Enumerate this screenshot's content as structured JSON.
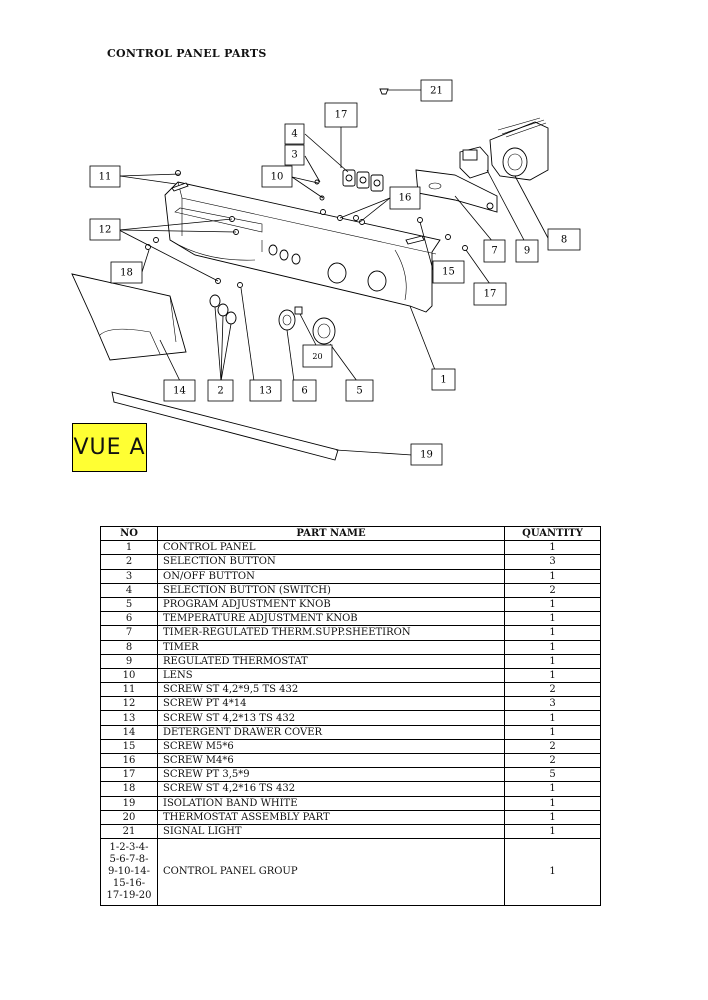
{
  "title": "CONTROL PANEL PARTS",
  "view_label": "VUE A",
  "callouts": {
    "c21": "21",
    "c17a": "17",
    "c4": "4",
    "c3": "3",
    "c11": "11",
    "c10": "10",
    "c16": "16",
    "c12": "12",
    "c18": "18",
    "c8": "8",
    "c7": "7",
    "c9": "9",
    "c15": "15",
    "c17b": "17",
    "c20": "20",
    "c1": "1",
    "c14": "14",
    "c2": "2",
    "c13": "13",
    "c6": "6",
    "c5": "5",
    "c19": "19"
  },
  "table": {
    "headers": [
      "NO",
      "PART NAME",
      "QUANTITY"
    ],
    "rows": [
      {
        "no": "1",
        "name": "CONTROL PANEL",
        "qty": "1"
      },
      {
        "no": "2",
        "name": "SELECTION BUTTON",
        "qty": "3"
      },
      {
        "no": "3",
        "name": "ON/OFF BUTTON",
        "qty": "1"
      },
      {
        "no": "4",
        "name": "SELECTION BUTTON (SWITCH)",
        "qty": "2"
      },
      {
        "no": "5",
        "name": "PROGRAM ADJUSTMENT KNOB",
        "qty": "1"
      },
      {
        "no": "6",
        "name": "TEMPERATURE ADJUSTMENT KNOB",
        "qty": "1"
      },
      {
        "no": "7",
        "name": "TIMER-REGULATED THERM.SUPP.SHEETIRON",
        "qty": "1"
      },
      {
        "no": "8",
        "name": "TIMER",
        "qty": "1"
      },
      {
        "no": "9",
        "name": "REGULATED THERMOSTAT",
        "qty": "1"
      },
      {
        "no": "10",
        "name": "LENS",
        "qty": "1"
      },
      {
        "no": "11",
        "name": "SCREW ST 4,2*9,5 TS 432",
        "qty": "2"
      },
      {
        "no": "12",
        "name": "SCREW PT 4*14",
        "qty": "3"
      },
      {
        "no": "13",
        "name": "SCREW ST 4,2*13 TS 432",
        "qty": "1"
      },
      {
        "no": "14",
        "name": "DETERGENT DRAWER COVER",
        "qty": "1"
      },
      {
        "no": "15",
        "name": "SCREW M5*6",
        "qty": "2"
      },
      {
        "no": "16",
        "name": "SCREW M4*6",
        "qty": "2"
      },
      {
        "no": "17",
        "name": "SCREW PT 3,5*9",
        "qty": "5"
      },
      {
        "no": "18",
        "name": "SCREW ST 4,2*16 TS 432",
        "qty": "1"
      },
      {
        "no": "19",
        "name": "ISOLATION BAND WHITE",
        "qty": "1"
      },
      {
        "no": "20",
        "name": "THERMOSTAT ASSEMBLY PART",
        "qty": "1"
      },
      {
        "no": "21",
        "name": "SIGNAL LIGHT",
        "qty": "1"
      }
    ],
    "group_row": {
      "no_lines": [
        "1-2-3-4-",
        "5-6-7-8-",
        "9-10-14-",
        "15-16-",
        "17-19-20"
      ],
      "name": "CONTROL PANEL GROUP",
      "qty": "1"
    }
  }
}
